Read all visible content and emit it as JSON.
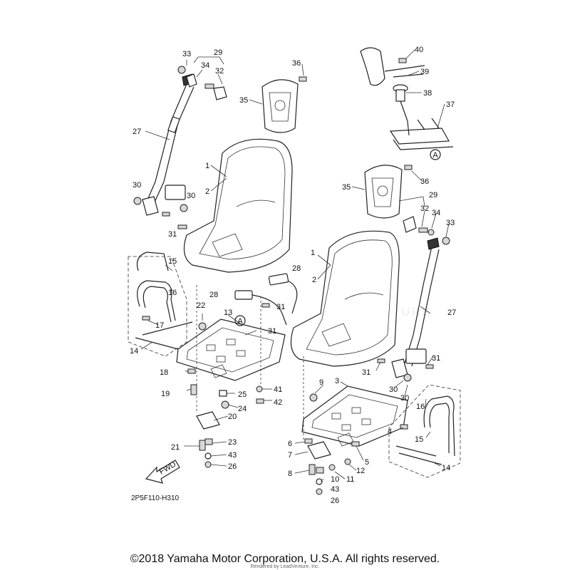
{
  "diagram": {
    "code": "2P5F110-H310",
    "fwd_label": "FWD",
    "ref_marker": "A",
    "watermark": "LEADVENTURE"
  },
  "footer": {
    "copyright": "©2018 Yamaha Motor Corporation, U.S.A. All rights reserved.",
    "rendered_by": "Rendered by LeadVenture, Inc."
  },
  "callouts": [
    "1",
    "2",
    "3",
    "4",
    "5",
    "6",
    "7",
    "8",
    "9",
    "10",
    "11",
    "12",
    "13",
    "14",
    "15",
    "16",
    "17",
    "18",
    "19",
    "20",
    "21",
    "22",
    "23",
    "24",
    "25",
    "26",
    "27",
    "28",
    "29",
    "30",
    "31",
    "32",
    "33",
    "34",
    "35",
    "36",
    "37",
    "38",
    "39",
    "40",
    "41",
    "42",
    "43"
  ]
}
